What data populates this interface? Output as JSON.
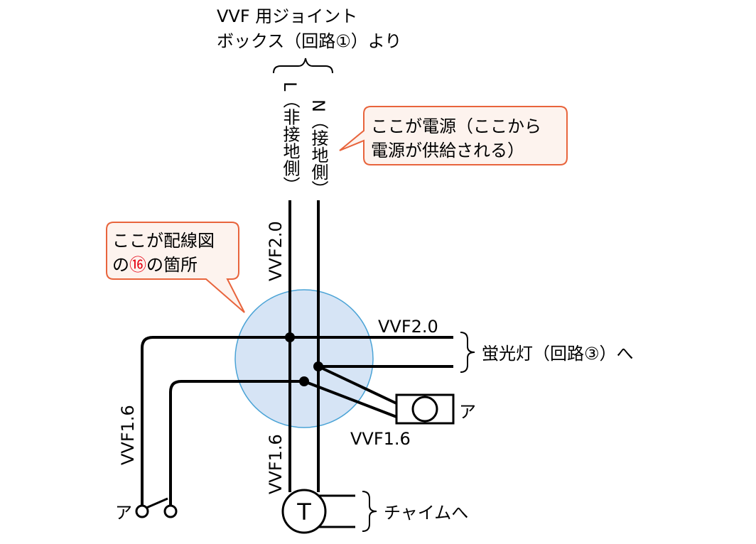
{
  "source_label": {
    "line1": "VVF 用ジョイント",
    "line2": "ボックス（回路①）より"
  },
  "wire_labels": {
    "l_line": "L（非接地側）",
    "n_line": "N（接地側）",
    "vertical_upper": "VVF2.0",
    "vertical_lower": "VVF1.6",
    "horizontal_right": "VVF2.0",
    "left_drop": "VVF1.6",
    "lamp_drop": "VVF1.6"
  },
  "callouts": {
    "power_line1": "ここが電源（ここから",
    "power_line2": "電源が供給される）",
    "box_line1": "ここが配線図",
    "box_line2_prefix": "の",
    "box_line2_number": "⑯",
    "box_line2_suffix": "の箇所"
  },
  "destinations": {
    "fluorescent": "蛍光灯（回路③）へ",
    "chime": "チャイムへ"
  },
  "components": {
    "lamp_label": "ア",
    "switch_label": "ア",
    "transformer_symbol": "T"
  },
  "colors": {
    "wire": "#000000",
    "callout_border": "#e8643c",
    "callout_fill": "#fdf3ee",
    "circle_fill": "#d6e4f5",
    "circle_border": "#4aa3d6",
    "highlight_number": "#e60012"
  }
}
